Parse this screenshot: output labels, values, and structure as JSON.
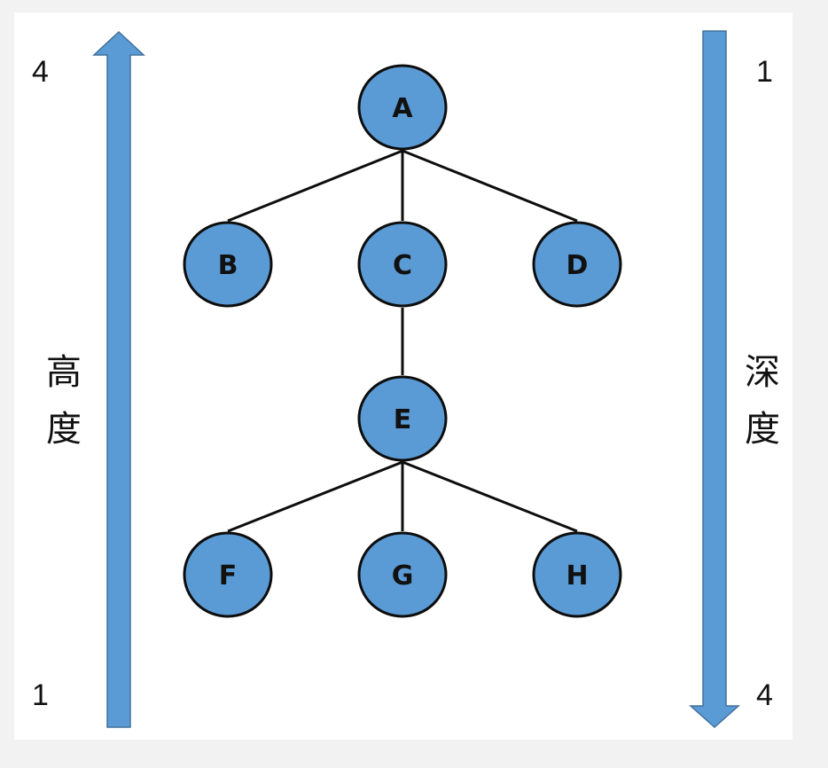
{
  "colors": {
    "page_background": "#f2f2f2",
    "panel_background": "#ffffff",
    "node_fill": "#5b9bd5",
    "node_stroke": "#0d0d0d",
    "arrow_fill": "#5b9bd5",
    "arrow_stroke": "#41719c",
    "edge_color": "#0d0d0d"
  },
  "height_axis": {
    "label_char_1": "高",
    "label_char_2": "度",
    "top_value": "4",
    "bottom_value": "1",
    "direction": "up"
  },
  "depth_axis": {
    "label_char_1": "深",
    "label_char_2": "度",
    "top_value": "1",
    "bottom_value": "4",
    "direction": "down"
  },
  "tree": {
    "nodes": [
      "A",
      "B",
      "C",
      "D",
      "E",
      "F",
      "G",
      "H"
    ],
    "edges": [
      [
        "A",
        "B"
      ],
      [
        "A",
        "C"
      ],
      [
        "A",
        "D"
      ],
      [
        "C",
        "E"
      ],
      [
        "E",
        "F"
      ],
      [
        "E",
        "G"
      ],
      [
        "E",
        "H"
      ]
    ]
  }
}
